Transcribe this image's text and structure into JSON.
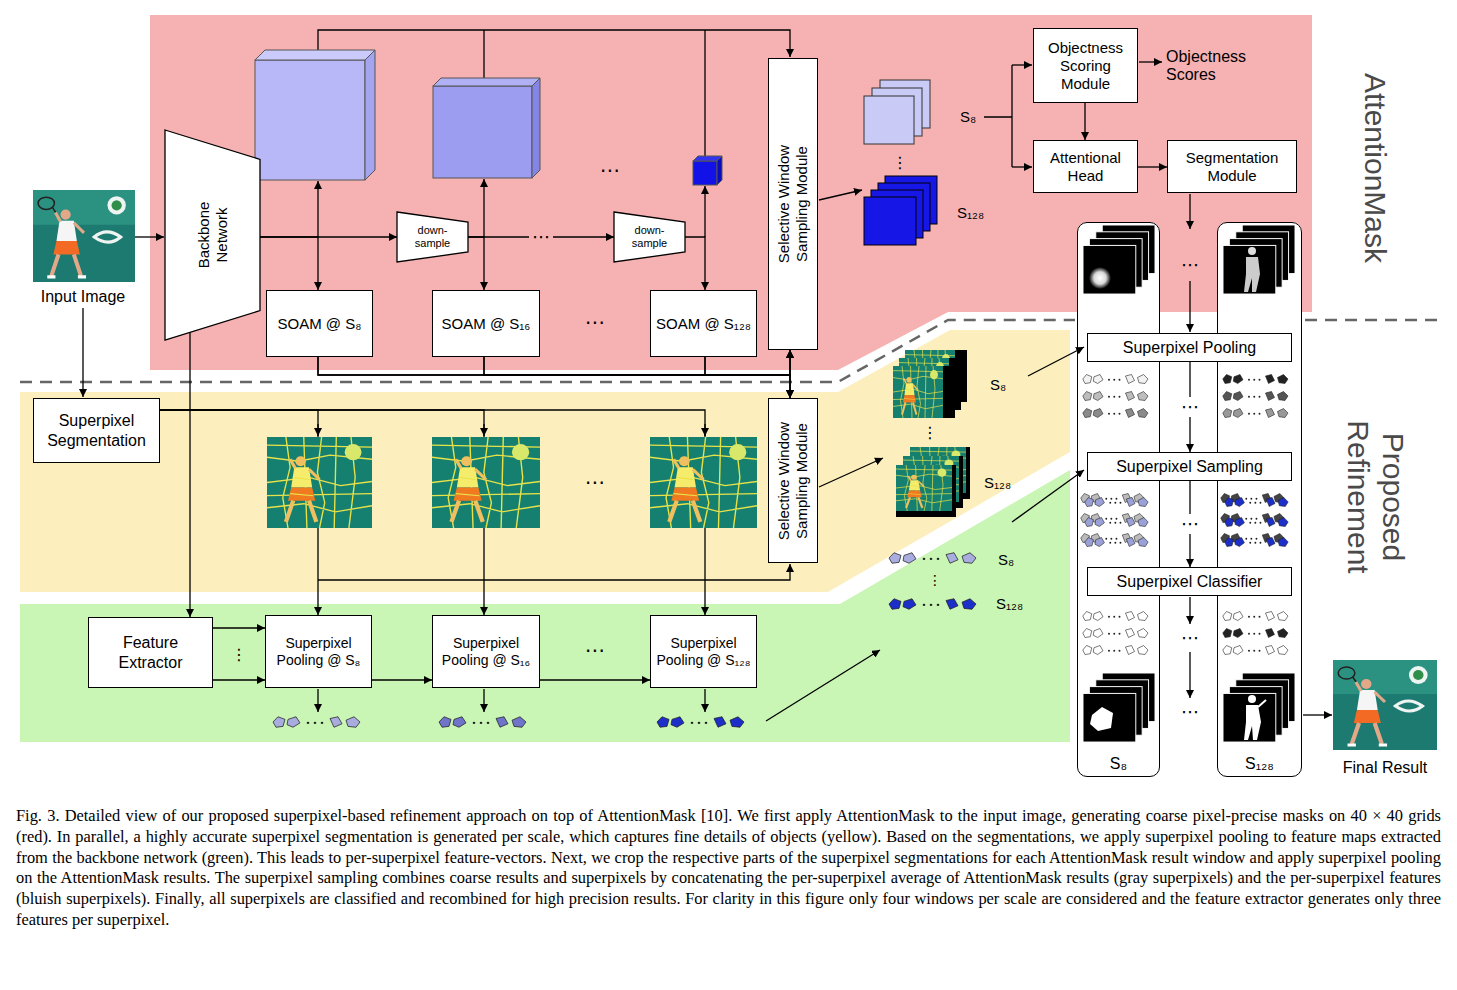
{
  "diagram": {
    "caption": "Fig. 3. Detailed view of our proposed superpixel-based refinement approach on top of AttentionMask [10]. We first apply AttentionMask to the input image, generating coarse pixel-precise masks on 40 × 40 grids (red). In parallel, a highly accurate superpixel segmentation is generated per scale, which captures fine details of objects (yellow). Based on the segmentations, we apply superpixel pooling to feature maps extracted from the backbone network (green). This leads to per-superpixel feature-vectors. Next, we crop the respective parts of the superpixel segmentations for each AttentionMask result window and apply superpixel pooling on the AttentionMask results. The superpixel sampling combines coarse results and superpixels by concatenating the per-superpixel average of AttentionMask results (gray superpixels) and the per-superpixel features (bluish superpixels). Finally, all superpixels are classified and recombined for high precision results. For clarity in this figure only four windows per scale are considered and the feature extractor generates only three features per superpixel.",
    "nodes": [
      {
        "text": [
          "AttentionMask"
        ]
      },
      {
        "text": [
          "Backbone Network"
        ],
        "in": 0
      },
      {
        "text": [
          "down- sample"
        ],
        "in": 0
      },
      {
        "text": [
          "down- sample"
        ],
        "in": 0
      },
      {
        "text": [
          "SOAM @ S₈"
        ],
        "in": 0
      },
      {
        "text": [
          "SOAM @ S₁₆"
        ],
        "in": 0
      },
      {
        "text": [
          "SOAM @ S₁₂₈"
        ],
        "in": 0
      },
      {
        "text": [
          "Selective Window Sampling Module"
        ],
        "in": 0
      },
      {
        "text": [
          "Objectness Scoring Module"
        ],
        "in": 0
      },
      {
        "text": [
          "Attentional Head"
        ],
        "in": 0
      },
      {
        "text": [
          "Segmentation Module"
        ],
        "in": 0
      },
      {
        "text": [
          "Superpixel Segmentation"
        ]
      },
      {
        "text": [
          "Selective Window Sampling Module"
        ]
      },
      {
        "text": [
          "Feature Extractor"
        ]
      },
      {
        "text": [
          "Superpixel Pooling @ S₈"
        ]
      },
      {
        "text": [
          "Superpixel Pooling @ S₁₆"
        ]
      },
      {
        "text": [
          "Superpixel Pooling @ S₁₂₈"
        ]
      },
      {
        "text": [
          "S₈"
        ]
      },
      {
        "text": [
          "S₁₂₈"
        ]
      },
      {
        "text": [
          "Superpixel Pooling"
        ]
      },
      {
        "text": [
          "Superpixel Sampling"
        ]
      },
      {
        "text": [
          "Superpixel Classifier"
        ]
      }
    ],
    "edges": [
      {
        "from": 1,
        "to": 2,
        "arrow": "to"
      },
      {
        "from": 2,
        "to": 3,
        "arrow": "to",
        "label": "⋯"
      },
      {
        "from": 1,
        "to": 4,
        "arrow": "to"
      },
      {
        "from": 2,
        "to": 5,
        "arrow": "to"
      },
      {
        "from": 3,
        "to": 6,
        "arrow": "to"
      },
      {
        "from": 4,
        "to": 7,
        "arrow": "to"
      },
      {
        "from": 5,
        "to": 7,
        "arrow": "to"
      },
      {
        "from": 6,
        "to": 7,
        "arrow": "to"
      },
      {
        "from": 4,
        "to": 12,
        "arrow": "to"
      },
      {
        "from": 5,
        "to": 12,
        "arrow": "to"
      },
      {
        "from": 6,
        "to": 12,
        "arrow": "to"
      },
      {
        "from": 8,
        "to": 9,
        "arrow": "to"
      },
      {
        "from": 9,
        "to": 10,
        "arrow": "to"
      },
      {
        "from": 1,
        "to": 13,
        "arrow": "to"
      },
      {
        "from": 11,
        "to": 14,
        "arrow": "to"
      },
      {
        "from": 11,
        "to": 15,
        "arrow": "to"
      },
      {
        "from": 11,
        "to": 16,
        "arrow": "to"
      },
      {
        "from": 13,
        "to": 14,
        "arrow": "to"
      },
      {
        "from": 13,
        "to": 14,
        "arrow": "to"
      },
      {
        "from": 14,
        "to": 15,
        "arrow": "to"
      },
      {
        "from": 15,
        "to": 16,
        "arrow": "to"
      },
      {
        "from": 19,
        "to": 20,
        "arrow": "to",
        "label": "⋯"
      },
      {
        "from": 20,
        "to": 21,
        "arrow": "to",
        "label": "⋯"
      }
    ],
    "labels": [
      "Input Image",
      "Objectness Scores",
      "S₈",
      "S₁₂₈",
      "⋮",
      "⋯",
      "⋯",
      "S₈",
      "S₁₂₈",
      "⋮",
      "⋯",
      "S₈",
      "S₁₂₈",
      "⋮",
      "⋮",
      "⋯",
      "⋯",
      "⋯",
      "⋯",
      "Proposed Refinement",
      "Final Result"
    ]
  }
}
